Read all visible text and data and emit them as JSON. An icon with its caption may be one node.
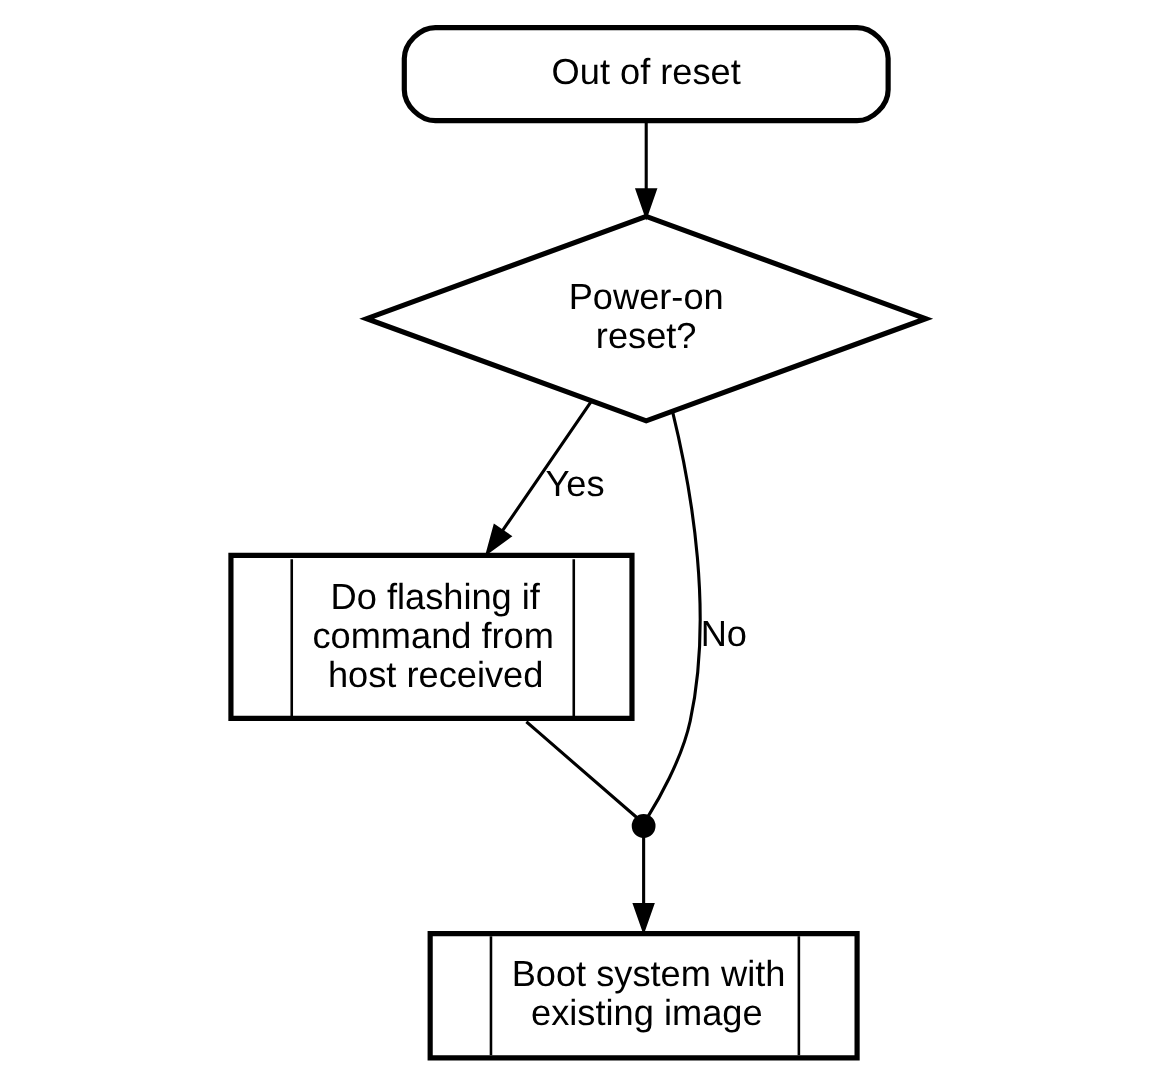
{
  "diagram": {
    "nodes": [
      {
        "text": [
          "Out of reset"
        ]
      },
      {
        "text": [
          "Power-on reset?"
        ]
      },
      {
        "text": [
          "Do flashing if command from host received"
        ]
      },
      {
        "text": [],
        "shape": "circle"
      },
      {
        "text": [
          "Boot system with existing image"
        ]
      }
    ],
    "edges": [
      {
        "from": 0,
        "to": 1,
        "arrow": "to"
      },
      {
        "from": 1,
        "to": 2,
        "arrow": "to",
        "label": "Yes"
      },
      {
        "from": 1,
        "to": 3,
        "arrow": "none",
        "label": "No"
      },
      {
        "from": 2,
        "to": 3,
        "arrow": "none"
      },
      {
        "from": 3,
        "to": 4,
        "arrow": "to"
      }
    ]
  }
}
